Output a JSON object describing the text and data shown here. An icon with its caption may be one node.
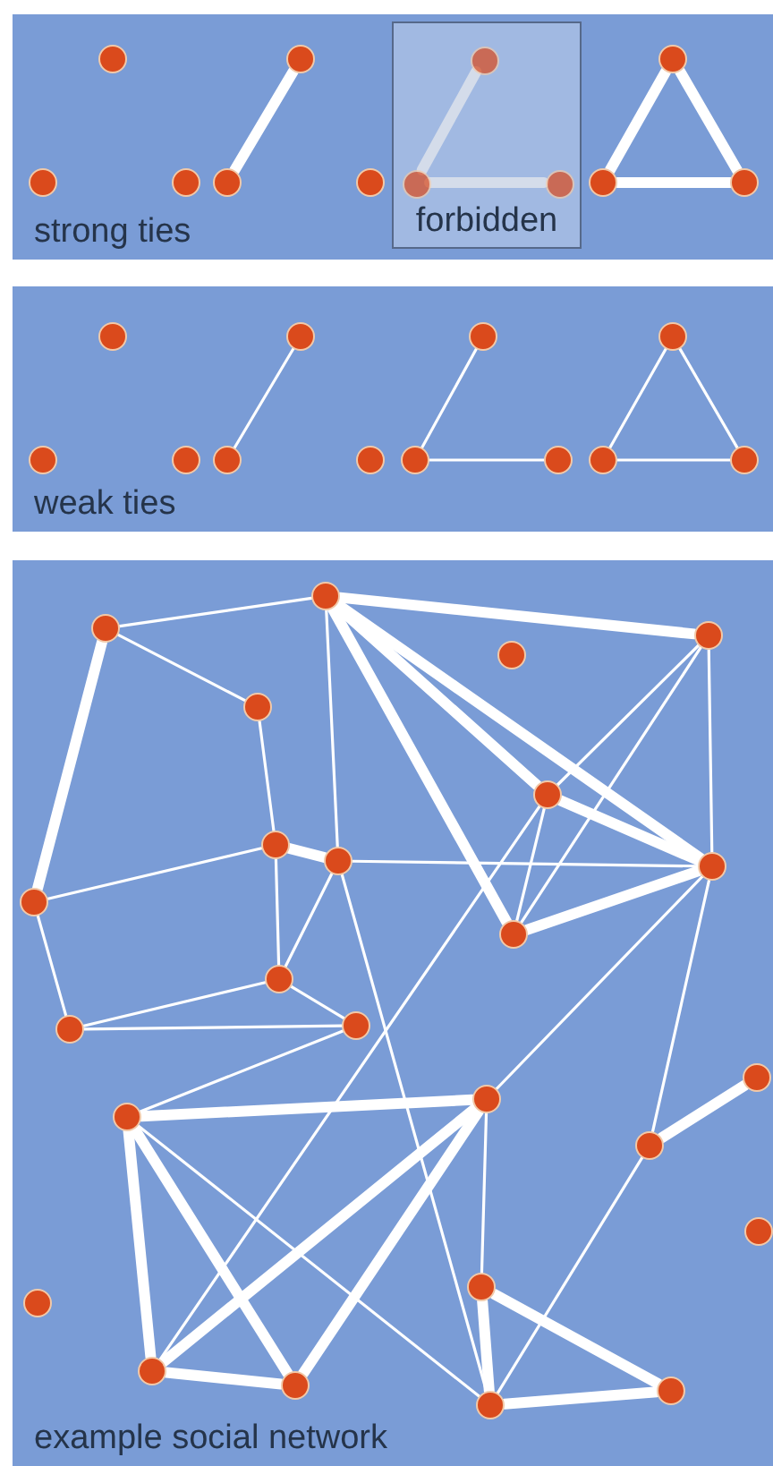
{
  "diagram": {
    "nodes": [
      {
        "text": [
          "strong ties"
        ]
      },
      {
        "text": [],
        "shape": "circle",
        "in": 0
      },
      {
        "text": [],
        "shape": "circle",
        "in": 0
      },
      {
        "text": [],
        "shape": "circle",
        "in": 0
      },
      {
        "text": [],
        "shape": "circle",
        "in": 0
      },
      {
        "text": [],
        "shape": "circle",
        "in": 0
      },
      {
        "text": [],
        "shape": "circle",
        "in": 0
      },
      {
        "text": [
          "forbidden"
        ],
        "in": 0
      },
      {
        "text": [],
        "shape": "circle",
        "in": 7
      },
      {
        "text": [],
        "shape": "circle",
        "in": 7
      },
      {
        "text": [],
        "shape": "circle",
        "in": 7
      },
      {
        "text": [],
        "shape": "circle",
        "in": 0
      },
      {
        "text": [],
        "shape": "circle",
        "in": 0
      },
      {
        "text": [],
        "shape": "circle",
        "in": 0
      },
      {
        "text": [
          "weak ties"
        ]
      },
      {
        "text": [],
        "shape": "circle",
        "in": 14
      },
      {
        "text": [],
        "shape": "circle",
        "in": 14
      },
      {
        "text": [],
        "shape": "circle",
        "in": 14
      },
      {
        "text": [],
        "shape": "circle",
        "in": 14
      },
      {
        "text": [],
        "shape": "circle",
        "in": 14
      },
      {
        "text": [],
        "shape": "circle",
        "in": 14
      },
      {
        "text": [],
        "shape": "circle",
        "in": 14
      },
      {
        "text": [],
        "shape": "circle",
        "in": 14
      },
      {
        "text": [],
        "shape": "circle",
        "in": 14
      },
      {
        "text": [],
        "shape": "circle",
        "in": 14
      },
      {
        "text": [],
        "shape": "circle",
        "in": 14
      },
      {
        "text": [],
        "shape": "circle",
        "in": 14
      },
      {
        "text": [
          "example social network"
        ]
      },
      {
        "text": [],
        "shape": "circle",
        "in": 27
      },
      {
        "text": [],
        "shape": "circle",
        "in": 27
      },
      {
        "text": [],
        "shape": "circle",
        "in": 27
      },
      {
        "text": [],
        "shape": "circle",
        "in": 27
      },
      {
        "text": [],
        "shape": "circle",
        "in": 27
      },
      {
        "text": [],
        "shape": "circle",
        "in": 27
      },
      {
        "text": [],
        "shape": "circle",
        "in": 27
      },
      {
        "text": [],
        "shape": "circle",
        "in": 27
      },
      {
        "text": [],
        "shape": "circle",
        "in": 27
      },
      {
        "text": [],
        "shape": "circle",
        "in": 27
      },
      {
        "text": [],
        "shape": "circle",
        "in": 27
      },
      {
        "text": [],
        "shape": "circle",
        "in": 27
      },
      {
        "text": [],
        "shape": "circle",
        "in": 27
      },
      {
        "text": [],
        "shape": "circle",
        "in": 27
      },
      {
        "text": [],
        "shape": "circle",
        "in": 27
      },
      {
        "text": [],
        "shape": "circle",
        "in": 27
      },
      {
        "text": [],
        "shape": "circle",
        "in": 27
      },
      {
        "text": [],
        "shape": "circle",
        "in": 27
      },
      {
        "text": [],
        "shape": "circle",
        "in": 27
      },
      {
        "text": [],
        "shape": "circle",
        "in": 27
      },
      {
        "text": [],
        "shape": "circle",
        "in": 27
      },
      {
        "text": [],
        "shape": "circle",
        "in": 27
      },
      {
        "text": [],
        "shape": "circle",
        "in": 27
      },
      {
        "text": [],
        "shape": "circle",
        "in": 27
      },
      {
        "text": [],
        "shape": "circle",
        "in": 27
      }
    ],
    "edges": [
      {
        "from": 4,
        "to": 5,
        "arrow": "none",
        "style": "thick"
      },
      {
        "from": 8,
        "to": 9,
        "arrow": "none",
        "style": "thick",
        "color": "#d4dcea"
      },
      {
        "from": 9,
        "to": 10,
        "arrow": "none",
        "style": "thick",
        "color": "#d4dcea"
      },
      {
        "from": 11,
        "to": 12,
        "arrow": "none",
        "style": "thick"
      },
      {
        "from": 11,
        "to": 13,
        "arrow": "none",
        "style": "thick"
      },
      {
        "from": 12,
        "to": 13,
        "arrow": "none",
        "style": "thick"
      },
      {
        "from": 18,
        "to": 19,
        "arrow": "none"
      },
      {
        "from": 21,
        "to": 22,
        "arrow": "none"
      },
      {
        "from": 22,
        "to": 23,
        "arrow": "none"
      },
      {
        "from": 24,
        "to": 25,
        "arrow": "none"
      },
      {
        "from": 24,
        "to": 26,
        "arrow": "none"
      },
      {
        "from": 25,
        "to": 26,
        "arrow": "none"
      },
      {
        "from": 29,
        "to": 37,
        "arrow": "none",
        "style": "thick"
      },
      {
        "from": 28,
        "to": 31,
        "arrow": "none",
        "style": "thick"
      },
      {
        "from": 28,
        "to": 38,
        "arrow": "none",
        "style": "thick"
      },
      {
        "from": 28,
        "to": 33,
        "arrow": "none",
        "style": "thick"
      },
      {
        "from": 28,
        "to": 36,
        "arrow": "none",
        "style": "thick"
      },
      {
        "from": 33,
        "to": 36,
        "arrow": "none",
        "style": "thick"
      },
      {
        "from": 38,
        "to": 36,
        "arrow": "none",
        "style": "thick"
      },
      {
        "from": 31,
        "to": 36,
        "arrow": "none"
      },
      {
        "from": 31,
        "to": 33,
        "arrow": "none"
      },
      {
        "from": 31,
        "to": 38,
        "arrow": "none"
      },
      {
        "from": 33,
        "to": 38,
        "arrow": "none"
      },
      {
        "from": 34,
        "to": 35,
        "arrow": "none",
        "style": "thick"
      },
      {
        "from": 42,
        "to": 43,
        "arrow": "none",
        "style": "thick"
      },
      {
        "from": 42,
        "to": 49,
        "arrow": "none",
        "style": "thick"
      },
      {
        "from": 42,
        "to": 50,
        "arrow": "none",
        "style": "thick"
      },
      {
        "from": 43,
        "to": 49,
        "arrow": "none",
        "style": "thick"
      },
      {
        "from": 43,
        "to": 50,
        "arrow": "none",
        "style": "thick"
      },
      {
        "from": 45,
        "to": 44,
        "arrow": "none",
        "style": "thick"
      },
      {
        "from": 48,
        "to": 51,
        "arrow": "none",
        "style": "thick"
      },
      {
        "from": 48,
        "to": 52,
        "arrow": "none",
        "style": "thick"
      },
      {
        "from": 51,
        "to": 52,
        "arrow": "none",
        "style": "thick"
      },
      {
        "from": 49,
        "to": 50,
        "arrow": "none",
        "style": "thick"
      },
      {
        "from": 29,
        "to": 28,
        "arrow": "none"
      },
      {
        "from": 29,
        "to": 32,
        "arrow": "none"
      },
      {
        "from": 28,
        "to": 35,
        "arrow": "none"
      },
      {
        "from": 32,
        "to": 34,
        "arrow": "none"
      },
      {
        "from": 34,
        "to": 37,
        "arrow": "none"
      },
      {
        "from": 34,
        "to": 39,
        "arrow": "none"
      },
      {
        "from": 35,
        "to": 36,
        "arrow": "none"
      },
      {
        "from": 35,
        "to": 39,
        "arrow": "none"
      },
      {
        "from": 35,
        "to": 51,
        "arrow": "none"
      },
      {
        "from": 37,
        "to": 40,
        "arrow": "none"
      },
      {
        "from": 39,
        "to": 40,
        "arrow": "none"
      },
      {
        "from": 39,
        "to": 41,
        "arrow": "none"
      },
      {
        "from": 40,
        "to": 41,
        "arrow": "none"
      },
      {
        "from": 41,
        "to": 42,
        "arrow": "none"
      },
      {
        "from": 33,
        "to": 49,
        "arrow": "none"
      },
      {
        "from": 42,
        "to": 51,
        "arrow": "none"
      },
      {
        "from": 43,
        "to": 48,
        "arrow": "none"
      },
      {
        "from": 43,
        "to": 36,
        "arrow": "none"
      },
      {
        "from": 36,
        "to": 45,
        "arrow": "none"
      },
      {
        "from": 45,
        "to": 51,
        "arrow": "none"
      }
    ]
  }
}
